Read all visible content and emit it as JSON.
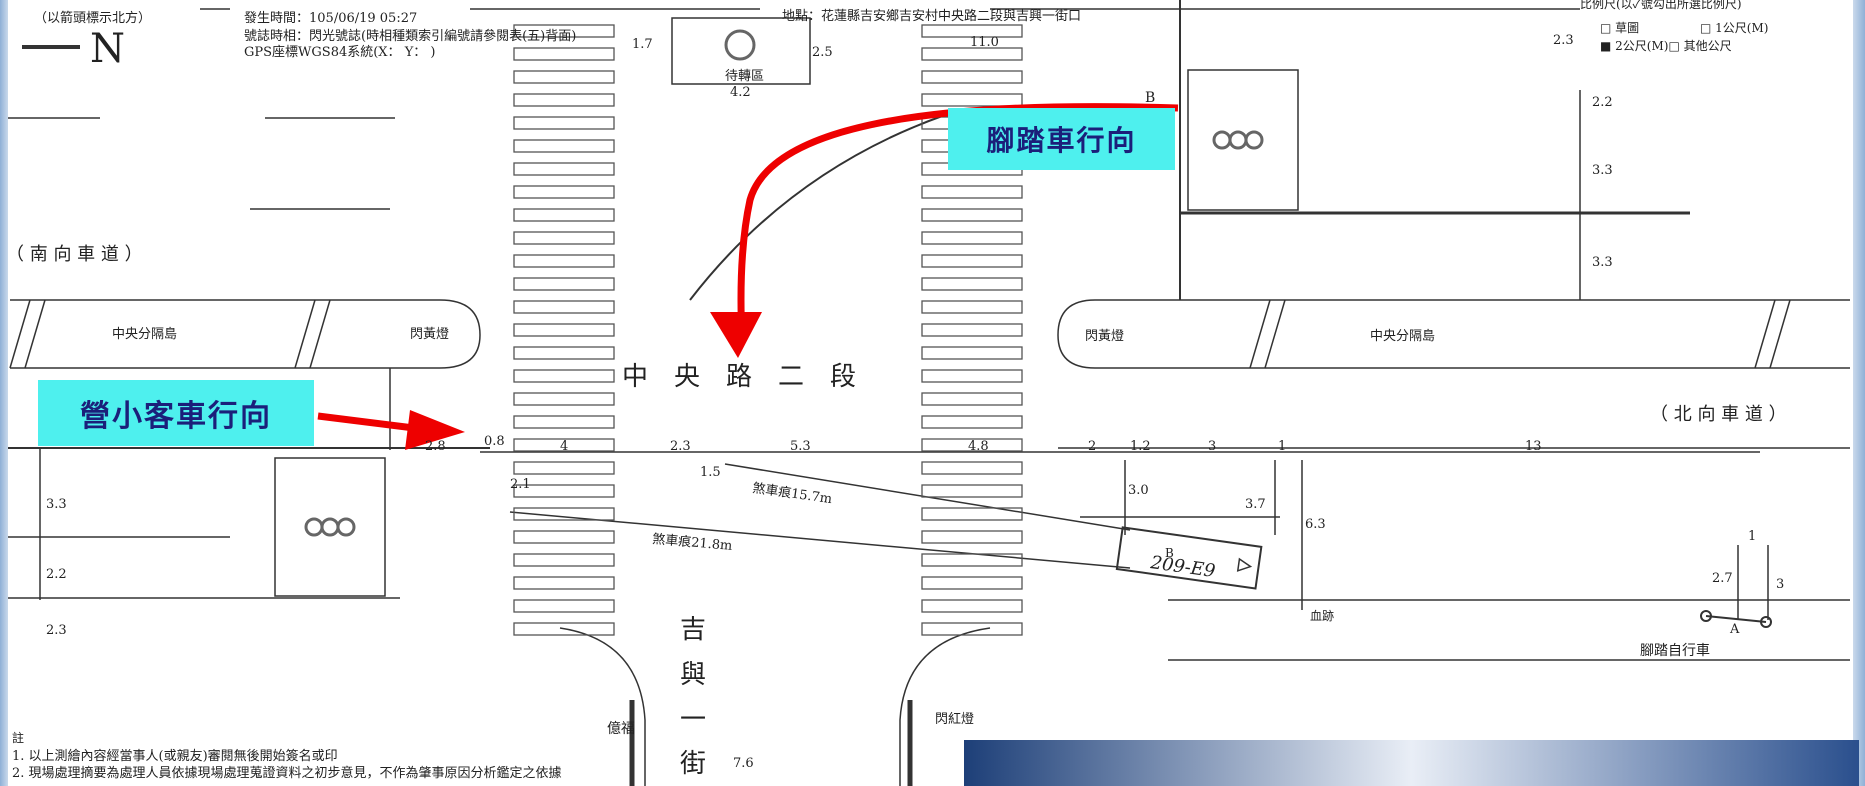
{
  "header": {
    "north_hint": "（以箭頭標示北方）",
    "north_letter": "N",
    "time": "發生時間：105/06/19 05:27",
    "signal_phase": "號誌時相：閃光號誌(時相種類索引編號請參閱表(五)背面)",
    "gps": "GPS座標WGS84系統(X：  Y：  )",
    "location": "地點：花蓮縣吉安鄉吉安村中央路二段與吉興一街口",
    "scale": {
      "title": "比例尺(以✓號勾出所選比例尺)",
      "opt_sketch": "□ 草圖",
      "opt_1m": "□  1公尺(M)",
      "opt_2m": "■ 2公尺(M)□  其他公尺"
    }
  },
  "labels": {
    "waiting_area": "待轉區",
    "southbound": "（ 南 向 車 道 ）",
    "northbound": "（ 北 向 車 道 ）",
    "median_left": "中央分隔島",
    "median_right": "中央分隔島",
    "flash_yellow_left": "閃黃燈",
    "flash_yellow_right": "閃黃燈",
    "flash_red": "閃紅燈",
    "road_main": "中　央　路　二　段",
    "street_1": "吉",
    "street_2": "與",
    "street_3": "一",
    "street_4": "街",
    "shop": "億福",
    "skid_1": "煞車痕15.7m",
    "skid_2": "煞車痕21.8m",
    "blood": "血跡",
    "bike": "腳踏自行車",
    "car_plate": "209-E9",
    "marker_a": "A",
    "marker_b": "B",
    "marker_b2": "B"
  },
  "measurements": {
    "m_1_7": "1.7",
    "m_2_5": "2.5",
    "m_11_0": "11.0",
    "m_4_2": "4.2",
    "m_2_3_top": "2.3",
    "m_2_2_r": "2.2",
    "m_3_3_r1": "3.3",
    "m_3_3_r2": "3.3",
    "m_2_8": "2.8",
    "m_0_8": "0.8",
    "m_4": "4",
    "m_2_3": "2.3",
    "m_5_3": "5.3",
    "m_4_8": "4.8",
    "m_2": "2",
    "m_1_2": "1.2",
    "m_3": "3",
    "m_1": "1",
    "m_13": "13",
    "m_3_3_l": "3.3",
    "m_2_2_l": "2.2",
    "m_2_3_l": "2.3",
    "m_2_1": "2.1",
    "m_1_5": "1.5",
    "m_3_0": "3.0",
    "m_3_7": "3.7",
    "m_6_3": "6.3",
    "m_1_b": "1",
    "m_2_7": "2.7",
    "m_3_b": "3",
    "m_7_6": "7.6"
  },
  "notes": {
    "heading": "註",
    "line1": "1. 以上測繪內容經當事人(或親友)審閱無後開始簽名或印",
    "line2": "2. 現場處理摘要為處理人員依據現場處理蒐證資料之初步意見，不作為肇事原因分析鑑定之依據"
  },
  "callouts": {
    "bicycle_direction": "腳踏車行向",
    "car_direction": "營小客車行向"
  },
  "colors": {
    "arrow": "#ee0000",
    "callout_bg": "#4ef0ee",
    "callout_text": "#1b1f7a"
  }
}
